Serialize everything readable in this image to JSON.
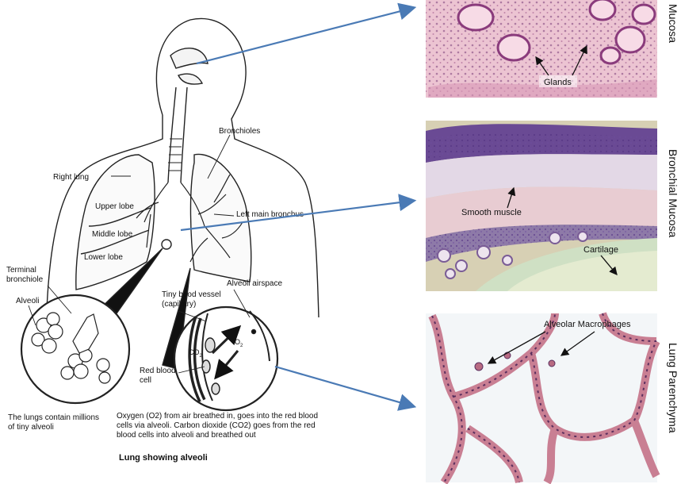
{
  "diagram": {
    "labels": {
      "bronchioles": "Bronchioles",
      "right_lung": "Right lung",
      "upper_lobe": "Upper lobe",
      "middle_lobe": "Middle lobe",
      "lower_lobe": "Lower lobe",
      "left_main_bronchus": "Left main bronchus",
      "terminal_bronchiole_1": "Terminal",
      "terminal_bronchiole_2": "bronchiole",
      "alveoli": "Alveoli",
      "tiny_vessel_1": "Tiny bood vessel",
      "tiny_vessel_2": "(capillary)",
      "alveoli_airspace": "Alveoli airspace",
      "co2": "CO",
      "co2_sub": "2",
      "o2": "O",
      "o2_sub": "2",
      "red_blood_1": "Red blood",
      "red_blood_2": "cell"
    },
    "captions": {
      "lungs_1": "The lungs contain millions",
      "lungs_2": "of tiny alveoli",
      "oxygen_1": "Oxygen (O2) from air breathed in, goes into the red blood",
      "oxygen_2": "cells via alveoli.  Carbon dioxide (CO2) goes from the red",
      "oxygen_3": "blood cells into alveoli and breathed out",
      "title": "Lung showing alveoli"
    }
  },
  "panels": {
    "mucosa": {
      "side_label": "Mucosa",
      "annotation": "Glands"
    },
    "bronchial": {
      "side_label": "Bronchial Mucosa",
      "annotation_1": "Smooth muscle",
      "annotation_2": "Cartilage"
    },
    "parenchyma": {
      "side_label": "Lung Parenchyma",
      "annotation": "Alveolar Macrophages"
    }
  },
  "colors": {
    "arrow": "#4a7ab5",
    "tissue_pink": "#e9b3c4",
    "nuclei_purple": "#6b3f86",
    "parenchyma_bg": "#f3f6f8"
  }
}
